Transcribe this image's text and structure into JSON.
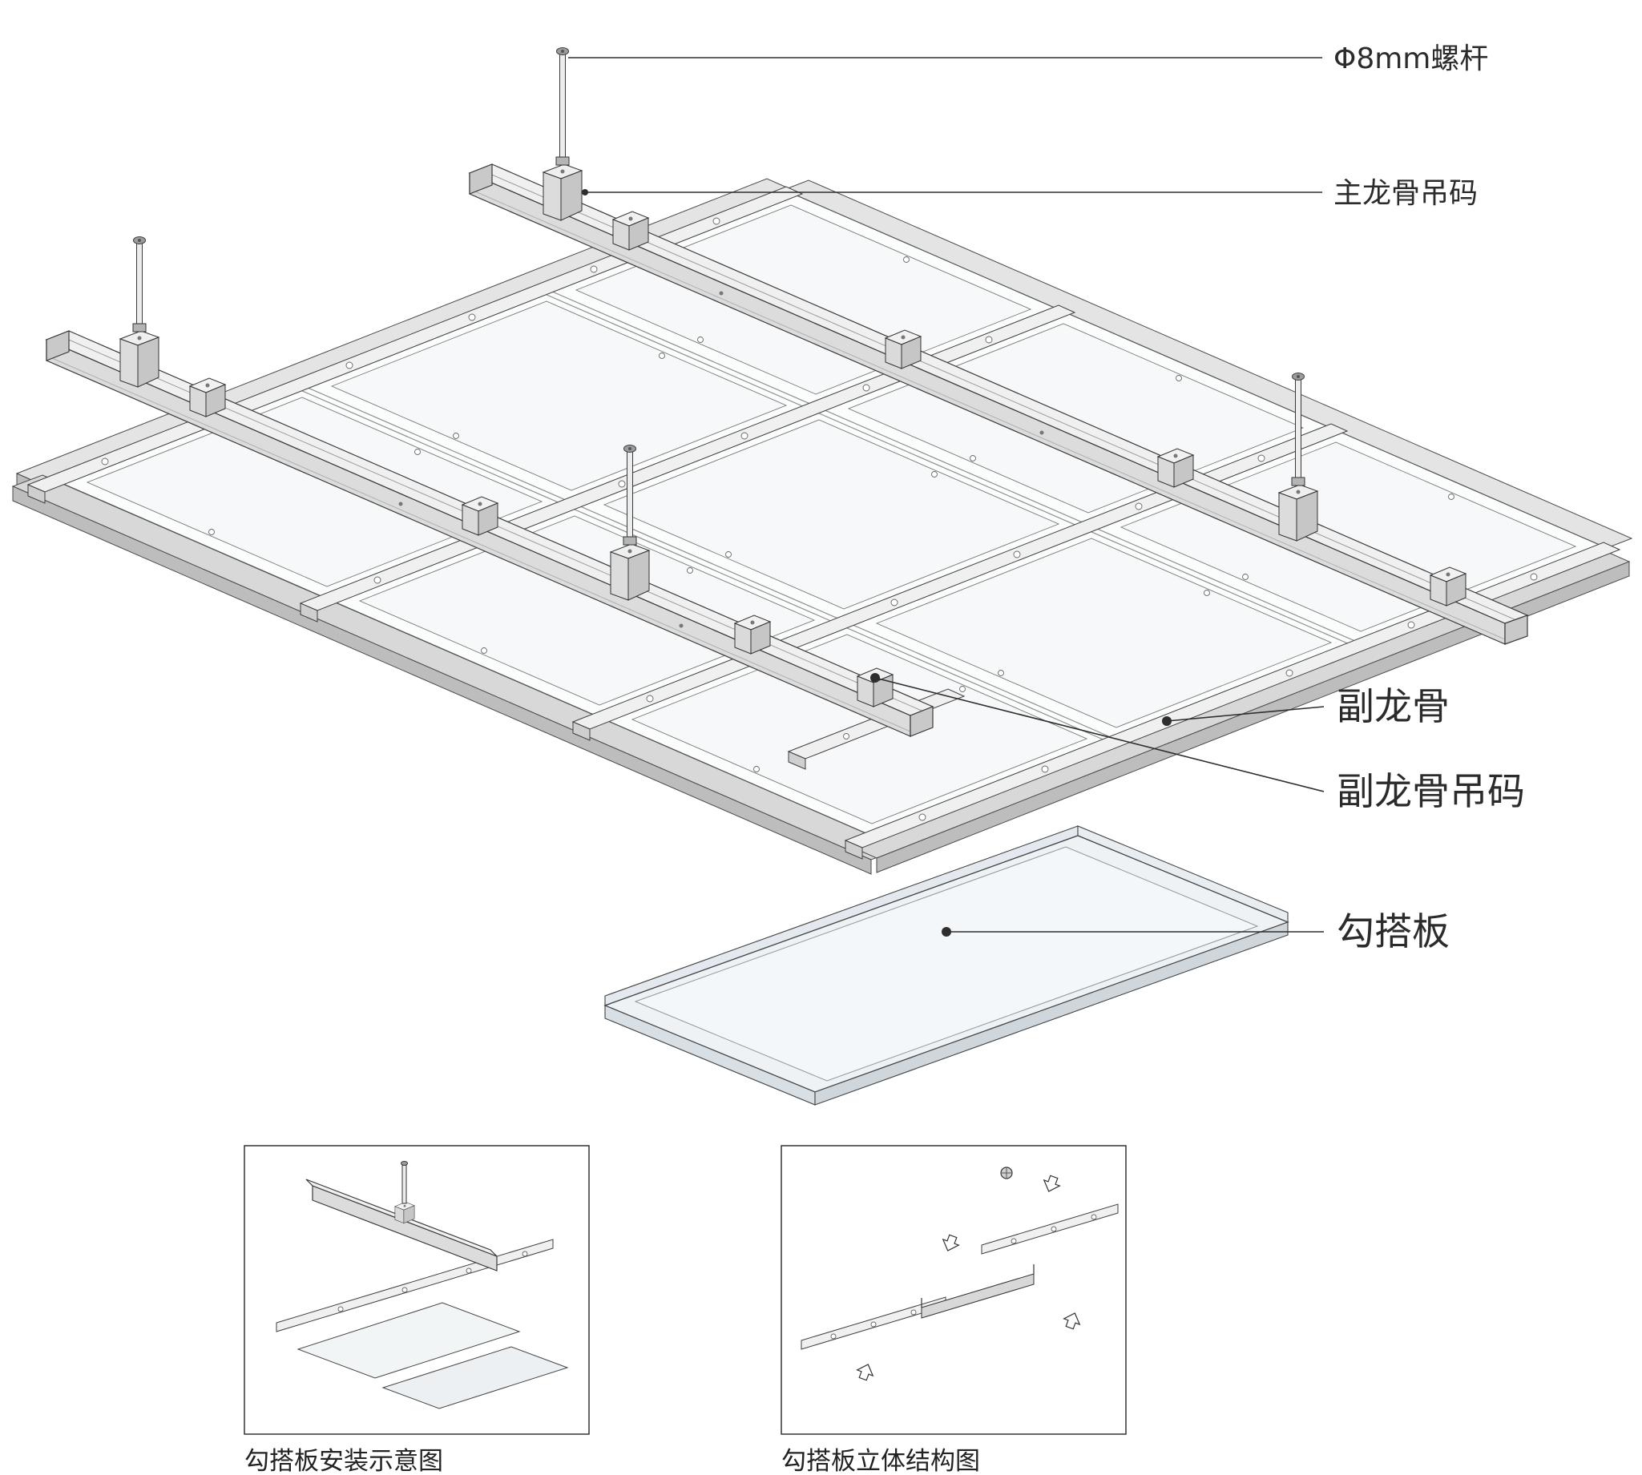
{
  "annotations": {
    "rod_label": "Φ8mm螺杆",
    "main_keel_hanger_label": "主龙骨吊码",
    "secondary_keel_label": "副龙骨",
    "secondary_keel_hanger_label": "副龙骨吊码",
    "hook_panel_label": "勾搭板"
  },
  "captions": {
    "install_diagram": "勾搭板安装示意图",
    "structure_diagram": "勾搭板立体结构图"
  },
  "colors": {
    "line": "#333333",
    "panel_fill": "#f6f8f9",
    "metal_light": "#f0f0f0",
    "metal_mid": "#dcdcdc",
    "metal_dark": "#bdbdbd",
    "hook_panel_fill": "#eef2f5"
  }
}
